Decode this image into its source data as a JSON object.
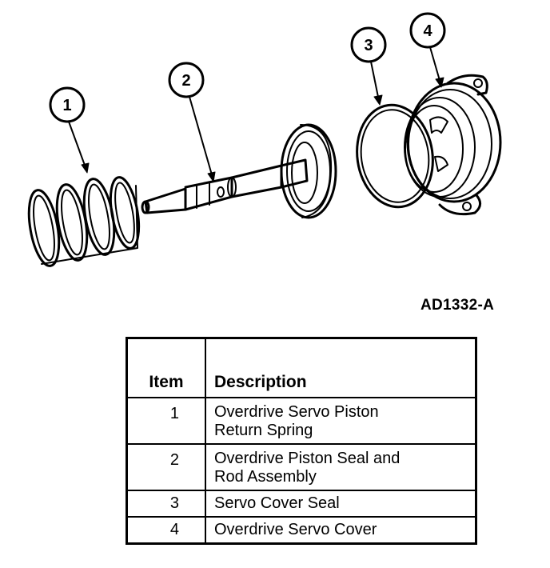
{
  "diagram": {
    "callouts": [
      "1",
      "2",
      "3",
      "4"
    ],
    "figure_id": "AD1332-A"
  },
  "table": {
    "headers": {
      "item": "Item",
      "description": "Description"
    },
    "rows": [
      {
        "item": "1",
        "line1": "Overdrive Servo Piston",
        "line2": "Return Spring"
      },
      {
        "item": "2",
        "line1": "Overdrive Piston Seal and",
        "line2": "Rod Assembly"
      },
      {
        "item": "3",
        "line1": "Servo Cover Seal",
        "line2": ""
      },
      {
        "item": "4",
        "line1": "Overdrive Servo Cover",
        "line2": ""
      }
    ]
  }
}
